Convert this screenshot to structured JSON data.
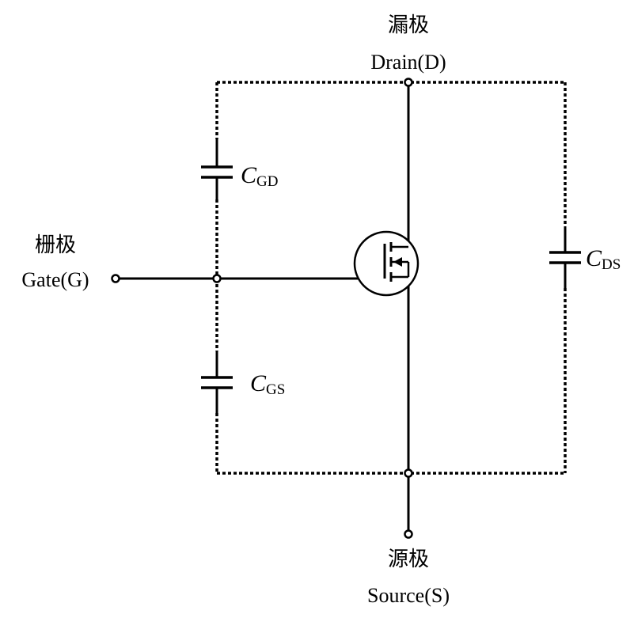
{
  "terminals": {
    "drain": {
      "cn": "漏极",
      "en": "Drain(D)"
    },
    "gate": {
      "cn": "栅极",
      "en": "Gate(G)"
    },
    "source": {
      "cn": "源极",
      "en": "Source(S)"
    }
  },
  "capacitors": {
    "gd": {
      "symbol": "C",
      "subscript": "GD"
    },
    "gs": {
      "symbol": "C",
      "subscript": "GS"
    },
    "ds": {
      "symbol": "C",
      "subscript": "DS"
    }
  }
}
